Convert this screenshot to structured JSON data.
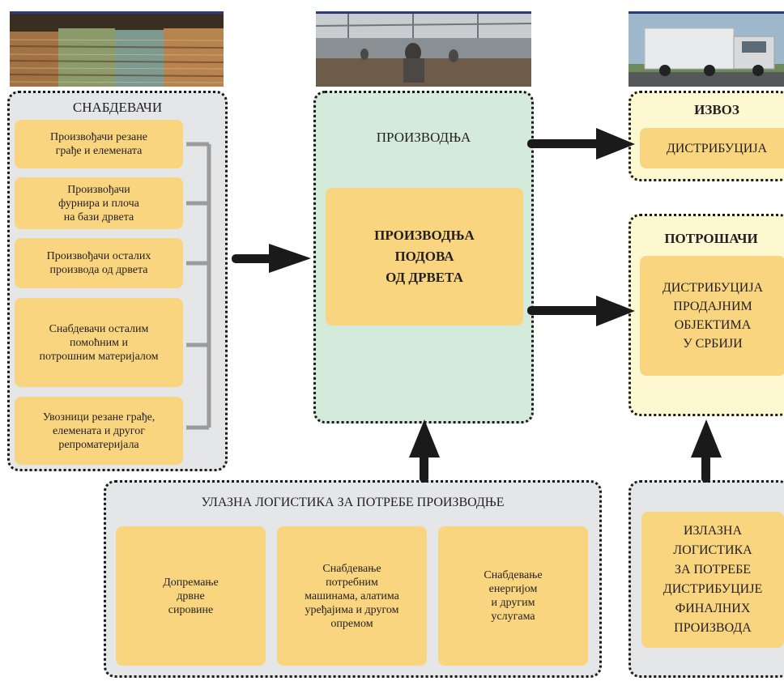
{
  "suppliers": {
    "title": "СНАБДЕВАЧИ",
    "items": [
      "Произвођачи резане\nграђе и елемената",
      "Произвођачи\nфурнира и плоча\nна бази дрвета",
      "Произвођачи осталих\nпроизвода од дрвета",
      "Снабдевачи осталим\nпомоћним и\nпотрошним материјалом",
      "Увозници резане грађе,\nелемената и другог\nрепроматеријала"
    ]
  },
  "production": {
    "title": "ПРОИЗВОДЊА",
    "main": "ПРОИЗВОДЊА\nПОДОВА\nОД ДРВЕТА"
  },
  "export": {
    "title": "ИЗВОЗ",
    "box": "ДИСТРИБУЦИЈА"
  },
  "consumers": {
    "title": "ПОТРОШАЧИ",
    "box": "ДИСТРИБУЦИЈА\nПРОДАЈНИМ\nОБЈЕКТИМА\nУ СРБИЈИ"
  },
  "inbound": {
    "title": "УЛАЗНА ЛОГИСТИКА ЗА ПОТРЕБЕ ПРОИЗВОДЊЕ",
    "items": [
      "Допремање\nдрвне\nсировине",
      "Снабдевање\nпотребним\nмашинама, алатима\nуређајима и другом\nопремом",
      "Снабдевање\nенергијом\nи другим\nуслугама"
    ]
  },
  "outbound": {
    "box": "ИЗЛАЗНА\nЛОГИСТИКА\nЗА ПОТРЕБЕ\nДИСТРИБУЦИЈЕ\nФИНАЛНИХ\nПРОИЗВОДА"
  },
  "colors": {
    "panel_gray": "#e5e6e8",
    "panel_green": "#d4eadb",
    "panel_cream": "#fdf8cf",
    "box_yellow": "#f8d57e",
    "arrow": "#1a1a1a",
    "bracket": "#9b9b9b"
  },
  "photos": [
    "lumber-stacks-photo",
    "factory-workers-photo",
    "truck-photo"
  ]
}
